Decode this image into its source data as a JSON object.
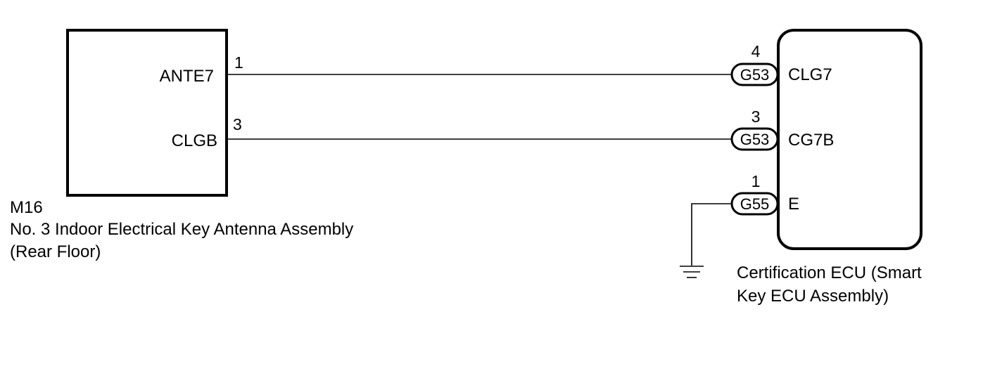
{
  "left_component": {
    "code": "M16",
    "name_line1": "No. 3 Indoor Electrical Key Antenna Assembly",
    "name_line2": "(Rear Floor)",
    "terminals": [
      {
        "label": "ANTE7",
        "pin": "1"
      },
      {
        "label": "CLGB",
        "pin": "3"
      }
    ]
  },
  "right_component": {
    "name_line1": "Certification ECU (Smart",
    "name_line2": "Key ECU Assembly)",
    "terminals": [
      {
        "label": "CLG7",
        "pin": "4",
        "connector": "G53"
      },
      {
        "label": "CG7B",
        "pin": "3",
        "connector": "G53"
      },
      {
        "label": "E",
        "pin": "1",
        "connector": "G55"
      }
    ]
  },
  "ground": {
    "icon": "ground-icon"
  },
  "colors": {
    "stroke": "#000000",
    "background": "#ffffff"
  }
}
